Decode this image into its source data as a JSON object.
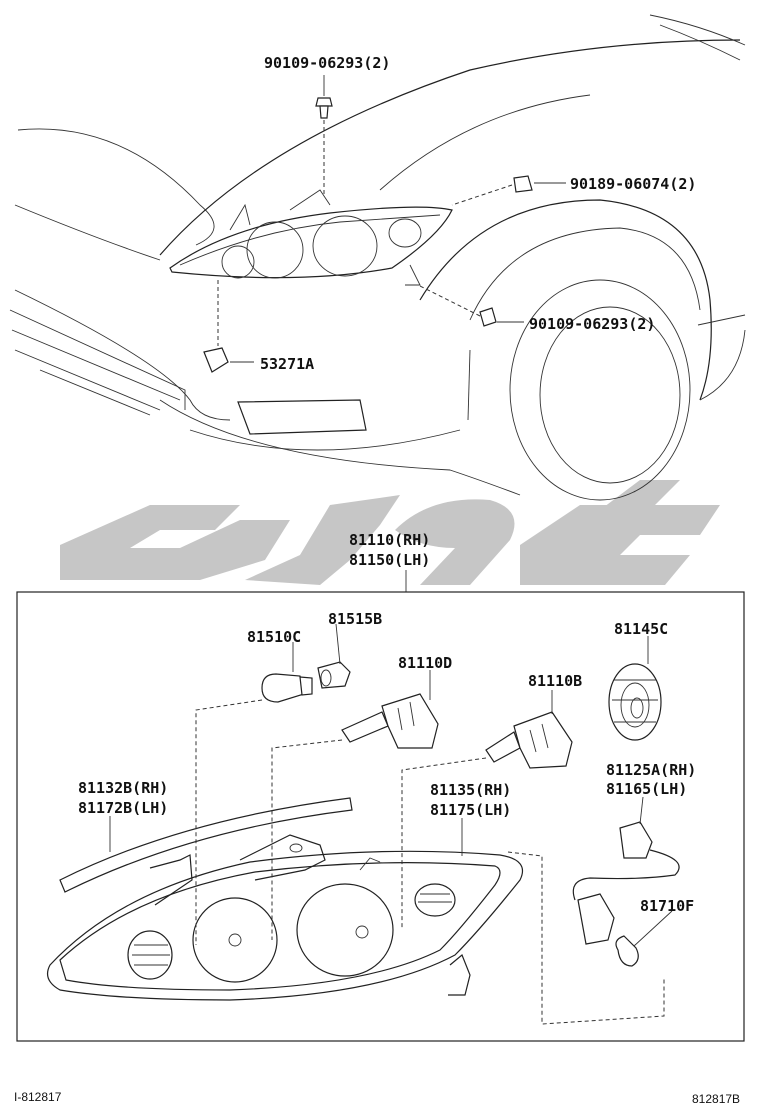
{
  "labels": {
    "bolt_top": "90109-06293(2)",
    "clip_right": "90189-06074(2)",
    "bolt_lower": "90109-06293(2)",
    "bracket": "53271A",
    "assembly_rh": "81110(RH)",
    "assembly_lh": "81150(LH)",
    "bulb_81515b": "81515B",
    "bulb_81510c": "81510C",
    "bulb_81110d": "81110D",
    "bulb_81110b": "81110B",
    "cap_81145c": "81145C",
    "socket_rh": "81125A(RH)",
    "socket_lh": "81165(LH)",
    "cover_rh": "81132B(RH)",
    "cover_lh": "81172B(LH)",
    "unit_rh": "81135(RH)",
    "unit_lh": "81175(LH)",
    "bulb_81710f": "81710F"
  },
  "footer": {
    "left": "I-812817",
    "right": "812817B"
  },
  "colors": {
    "line": "#222222",
    "watermark": "#c6c6c6"
  }
}
